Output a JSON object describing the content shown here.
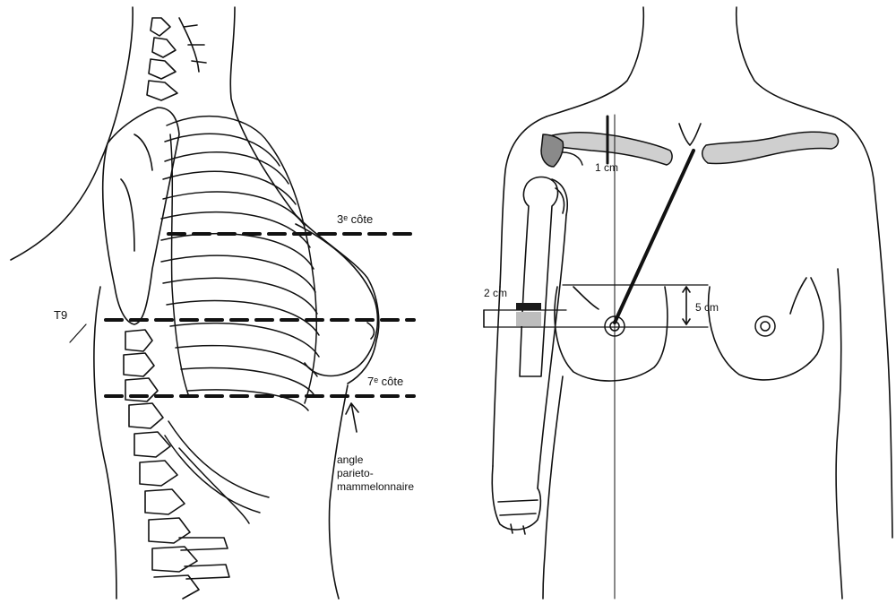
{
  "left_panel": {
    "rib_top_label": "3ᵉ côte",
    "vertebra_label": "T9",
    "rib_bottom_label": "7ᵉ côte",
    "angle_label_line1": "angle",
    "angle_label_line2": "parieto-",
    "angle_label_line3": "mammelonnaire"
  },
  "right_panel": {
    "clavicle_distance_label": "1 cm",
    "horizontal_offset_label": "2 cm",
    "vertical_offset_label": "5 cm"
  }
}
